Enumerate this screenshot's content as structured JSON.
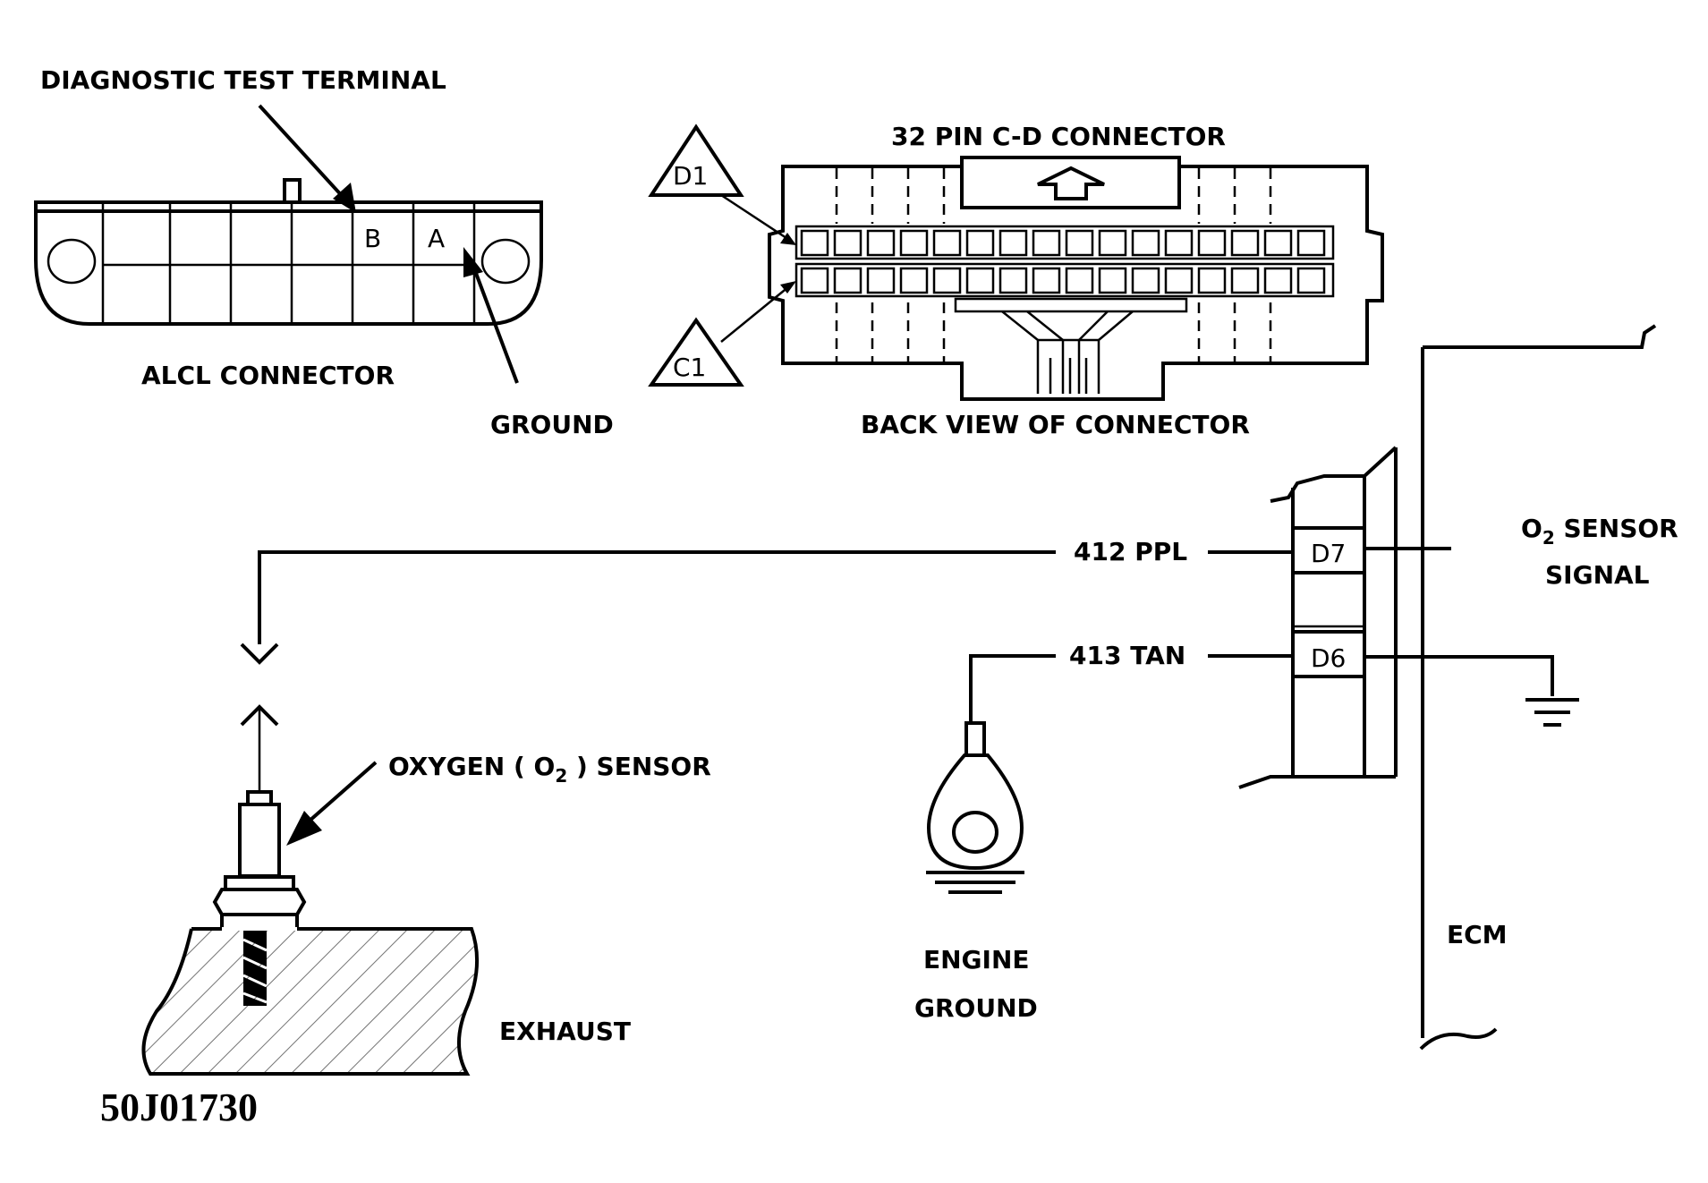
{
  "labels": {
    "diag_terminal": "DIAGNOSTIC TEST TERMINAL",
    "alcl_connector": "ALCL CONNECTOR",
    "ground": "GROUND",
    "pin_b": "B",
    "pin_a": "A",
    "cd_connector": "32 PIN C-D CONNECTOR",
    "back_view": "BACK VIEW OF CONNECTOR",
    "d1": "D1",
    "c1": "C1",
    "wire_412": "412 PPL",
    "wire_413": "413 TAN",
    "pin_d7": "D7",
    "pin_d6": "D6",
    "o2_signal_line1_o": "O",
    "o2_signal_line1_sub": "2",
    "o2_signal_line1_rest": " SENSOR",
    "o2_signal_line2": "SIGNAL",
    "oxygen_sensor_pre": "OXYGEN ( O",
    "oxygen_sensor_sub": "2",
    "oxygen_sensor_post": " ) SENSOR",
    "engine_ground_line1": "ENGINE",
    "engine_ground_line2": "GROUND",
    "ecm": "ECM",
    "exhaust": "EXHAUST",
    "figure_code": "50J01730"
  }
}
